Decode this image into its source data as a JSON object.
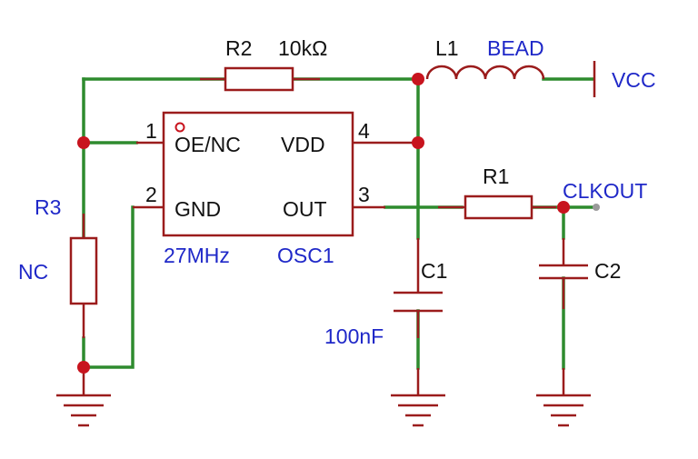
{
  "schematic": {
    "osc": {
      "pin1_num": "1",
      "pin1_name": "OE/NC",
      "pin2_num": "2",
      "pin2_name": "GND",
      "pin3_num": "3",
      "pin3_name": "OUT",
      "pin4_num": "4",
      "pin4_name": "VDD",
      "value": "27MHz",
      "designator": "OSC1"
    },
    "r2": {
      "designator": "R2",
      "value": "10kΩ"
    },
    "l1": {
      "designator": "L1",
      "value": "BEAD"
    },
    "vcc": "VCC",
    "r1": {
      "designator": "R1"
    },
    "clkout": "CLKOUT",
    "r3": {
      "designator": "R3",
      "value": "NC"
    },
    "c1": {
      "designator": "C1",
      "value": "100nF"
    },
    "c2": {
      "designator": "C2"
    },
    "colors": {
      "wire": "#2e8b2e",
      "component": "#9b1c1c",
      "junction": "#c8141e",
      "label_blue": "#1f28c8",
      "pin_text": "#111111"
    }
  }
}
